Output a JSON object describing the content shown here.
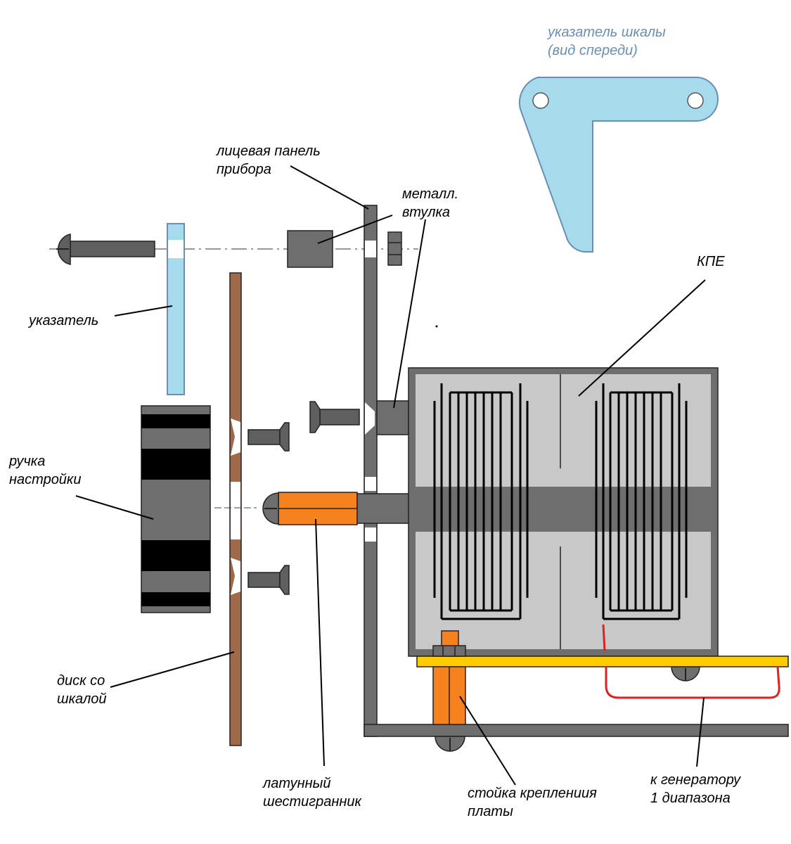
{
  "labels": {
    "pointer_front_line1": "указатель шкалы",
    "pointer_front_line2": "(вид спереди)",
    "front_panel_line1": "лицевая панель",
    "front_panel_line2": "прибора",
    "metal_bushing_line1": "металл.",
    "metal_bushing_line2": "втулка",
    "kpe": "КПЕ",
    "pointer": "указатель",
    "knob_line1": "ручка",
    "knob_line2": "настройки",
    "dial_disc_line1": "диск со",
    "dial_disc_line2": "шкалой",
    "brass_hex_line1": "латунный",
    "brass_hex_line2": "шестигранник",
    "standoff_line1": "стойка креплениия",
    "standoff_line2": "платы",
    "generator_line1": "к генератору",
    "generator_line2": "1 диапазона"
  },
  "colors": {
    "pointer_blue": "#a6dbec",
    "dark_grey": "#6e6e6e",
    "steel_grey": "#5f5f5f",
    "light_grey": "#c8c8c8",
    "brown_disc": "#a0694a",
    "brass_orange": "#f5821f",
    "pcb_yellow": "#ffcc00",
    "wire_red": "#dd2222",
    "label_blue": "#6a8fb5"
  }
}
